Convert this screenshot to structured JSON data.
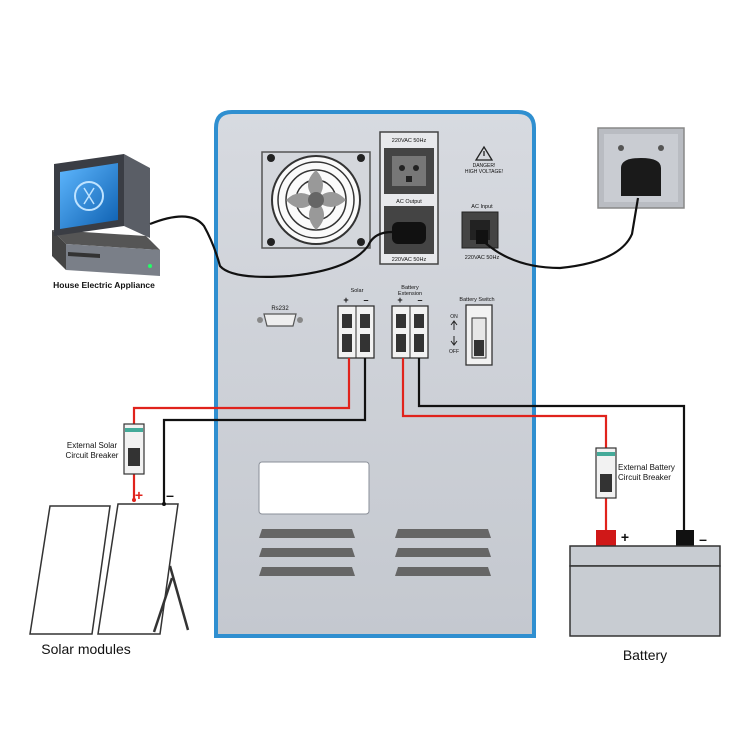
{
  "labels": {
    "house_appliance": "House Electric Appliance",
    "solar_modules": "Solar modules",
    "battery": "Battery",
    "ext_solar_breaker_1": "External Solar",
    "ext_solar_breaker_2": "Circuit Breaker",
    "ext_battery_breaker_1": "External Battery",
    "ext_battery_breaker_2": "Circuit Breaker"
  },
  "inverter": {
    "output_rating_top": "220VAC 50Hz",
    "ac_output": "AC Output",
    "output_rating_bottom": "220VAC 50Hz",
    "danger_1": "DANGER!",
    "danger_2": "HIGH VOLTAGE!",
    "ac_input": "AC Input",
    "input_rating": "220VAC 50Hz",
    "rs232": "Rs232",
    "solar": "Solar",
    "battery_ext_1": "Battery",
    "battery_ext_2": "Extension",
    "battery_switch": "Battery Switch",
    "switch_on": "ON",
    "switch_off": "OFF",
    "plus": "+",
    "minus": "–"
  },
  "terminals": {
    "plus": "+",
    "minus": "–"
  },
  "colors": {
    "cabinet": "#c8ccd4",
    "cabinet_border": "#2f8fd0",
    "positive_wire": "#e0231c",
    "negative_wire": "#111111",
    "monitor_screen": "#1e7fd0"
  }
}
